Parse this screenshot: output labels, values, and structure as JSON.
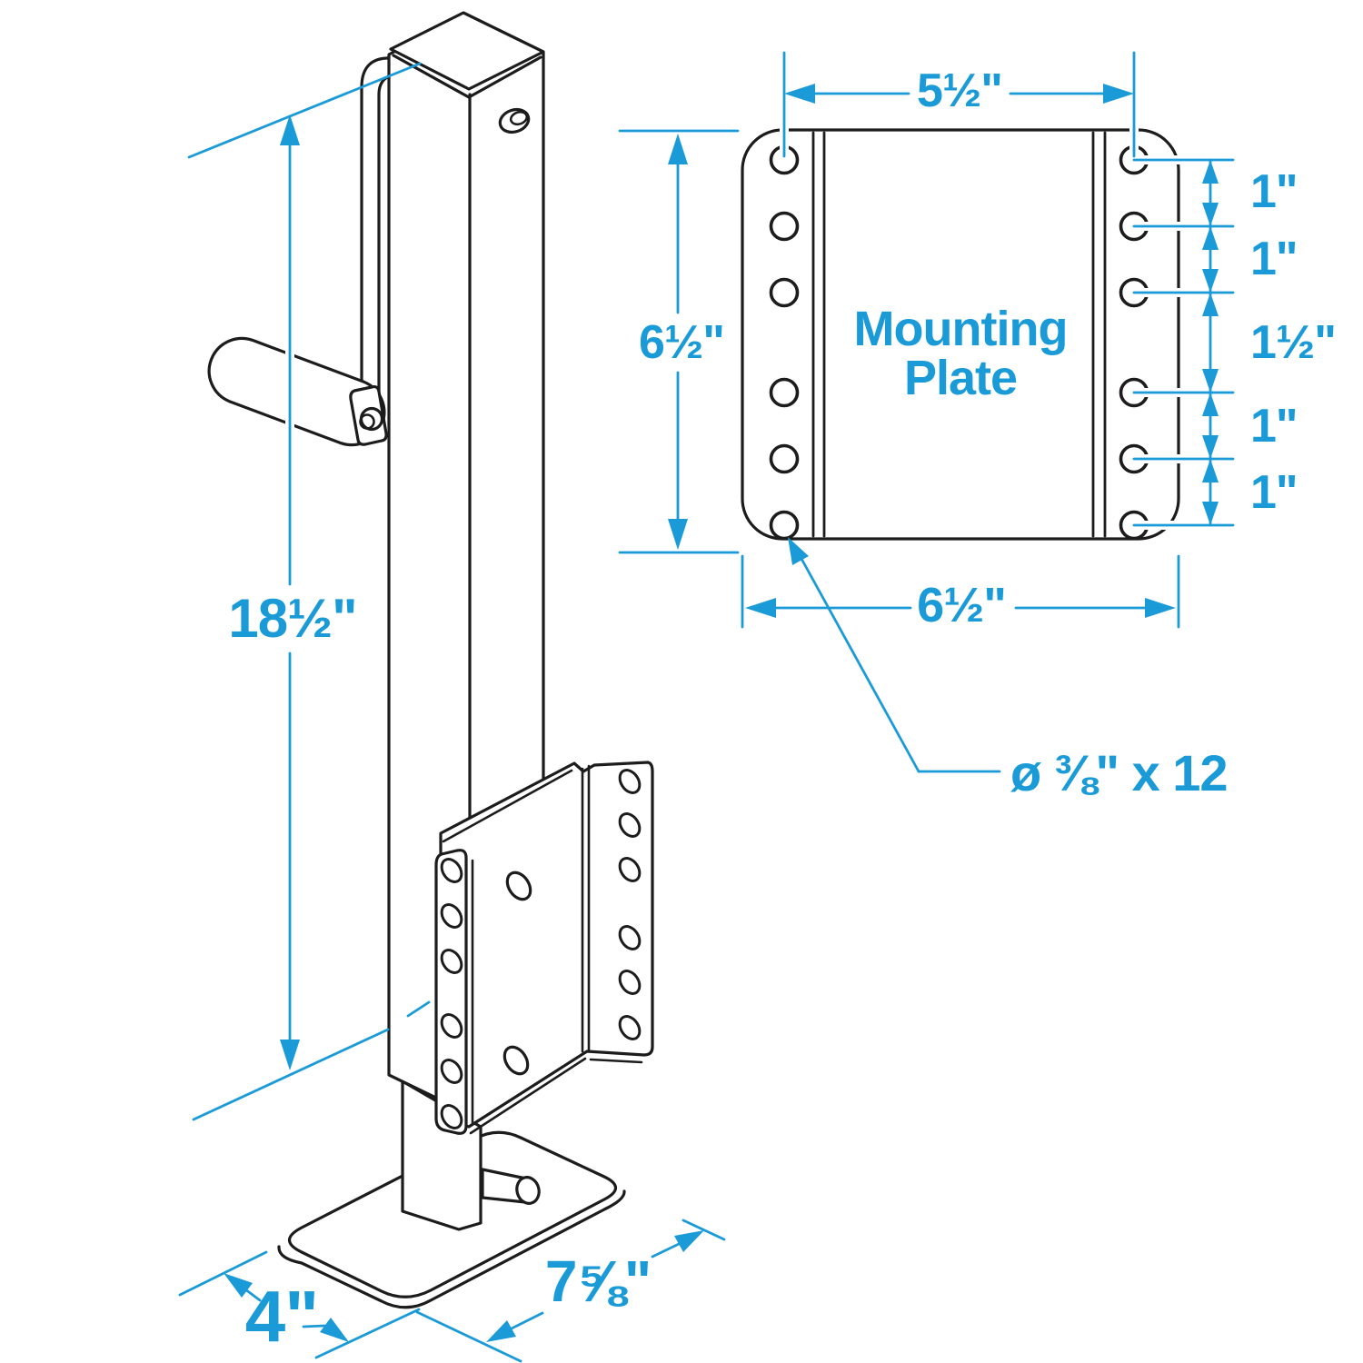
{
  "colors": {
    "accent": "#1a9bd7",
    "line": "#1c1c1c",
    "background": "#ffffff"
  },
  "iso_view": {
    "height": "18½\"",
    "foot_width": "4\"",
    "foot_depth": "7⅝\""
  },
  "plate_view": {
    "title_line1": "Mounting",
    "title_line2": "Plate",
    "top_width": "5½\"",
    "side_height": "6½\"",
    "bottom_width": "6½\"",
    "spacings": [
      "1\"",
      "1\"",
      "1½\"",
      "1\"",
      "1\""
    ],
    "hole_callout": "ø ⅜\" x 12"
  }
}
